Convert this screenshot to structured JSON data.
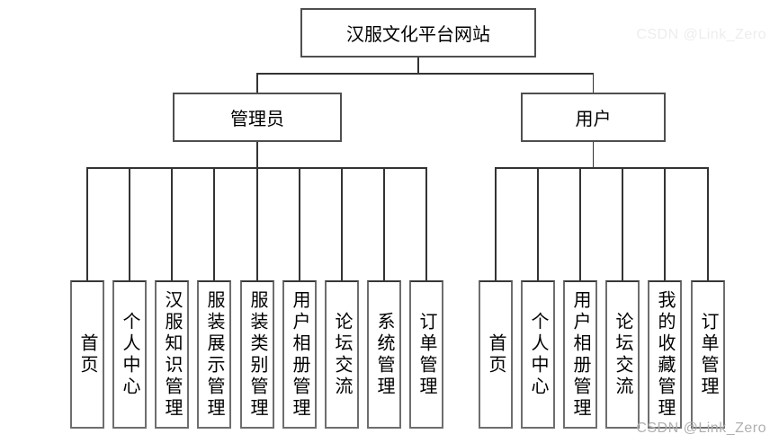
{
  "tree": {
    "root": {
      "label": "汉服文化平台网站"
    },
    "branches": [
      {
        "label": "管理员",
        "children": [
          "首页",
          "个人中心",
          "汉服知识管理",
          "服装展示管理",
          "服装类别管理",
          "用户相册管理",
          "论坛交流",
          "系统管理",
          "订单管理"
        ]
      },
      {
        "label": "用户",
        "children": [
          "首页",
          "个人中心",
          "用户相册管理",
          "论坛交流",
          "我的收藏管理",
          "订单管理"
        ]
      }
    ]
  },
  "watermark": {
    "text": "CSDN @Link_Zero"
  },
  "colors": {
    "background": "#ffffff",
    "line": "#333333",
    "box_border": "#4f4f4f",
    "text": "#000000",
    "watermark": "#b0b0b0"
  }
}
